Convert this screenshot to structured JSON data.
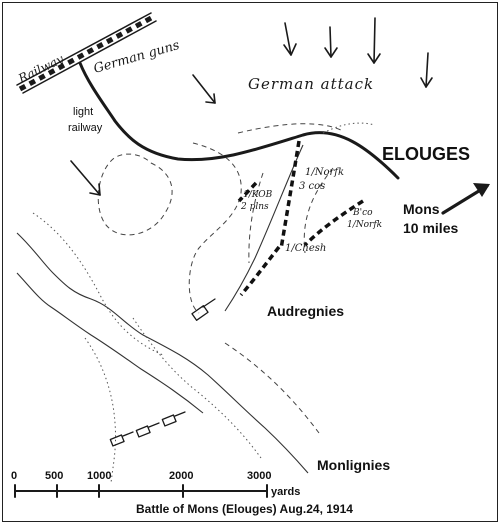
{
  "map": {
    "title": "Battle of Mons (Elouges) Aug.24, 1914",
    "labels": {
      "railway": "Railway",
      "german_guns": "German guns",
      "german_attack": "German attack",
      "light_railway_1": "light",
      "light_railway_2": "railway",
      "elouges": "ELOUGES",
      "mons_1": "Mons",
      "mons_2": "10 miles",
      "norfolk_1": "1/Norfk",
      "norfolk_2": "3 cos",
      "kob_1": "1/KOB",
      "kob_2": "2 plns",
      "cheshire": "1/Chesh",
      "bco_1": "B'co",
      "bco_2": "1/Norfk",
      "audregnies": "Audregnies",
      "monlignies": "Monlignies"
    },
    "scale": {
      "ticks": [
        "0",
        "500",
        "1000",
        "2000",
        "3000"
      ],
      "unit": "yards"
    },
    "icons": {
      "arrow": "arrow-icon",
      "gun": "gun-icon"
    },
    "colors": {
      "ink": "#1a1a1a",
      "background": "#ffffff"
    }
  }
}
